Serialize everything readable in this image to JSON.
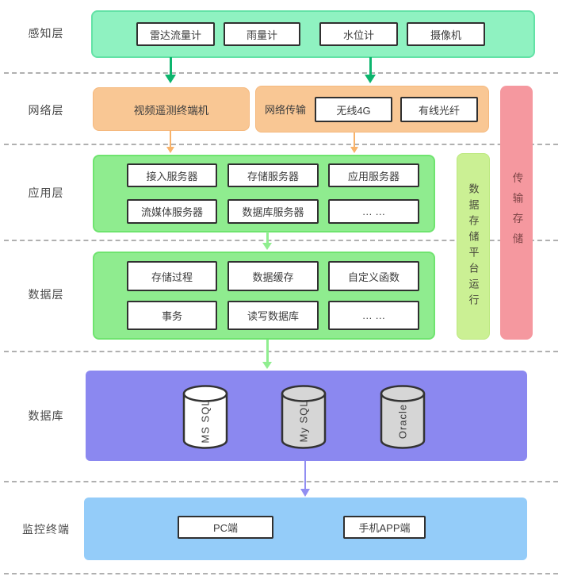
{
  "layer_labels": {
    "perception": "感知层",
    "network": "网络层",
    "application": "应用层",
    "data": "数据层",
    "database": "数据库",
    "terminal": "监控终端"
  },
  "perception": {
    "items": [
      "雷达流量计",
      "雨量计",
      "水位计",
      "摄像机"
    ]
  },
  "network": {
    "video_terminal": "视频遥测终端机",
    "transmission_label": "网络传输",
    "items": [
      "无线4G",
      "有线光纤"
    ]
  },
  "application": {
    "row1": [
      "接入服务器",
      "存储服务器",
      "应用服务器"
    ],
    "row2": [
      "流媒体服务器",
      "数据库服务器",
      "… …"
    ]
  },
  "data_layer": {
    "row1": [
      "存储过程",
      "数据缓存",
      "自定义函数"
    ],
    "row2": [
      "事务",
      "读写数据库",
      "… …"
    ]
  },
  "side_bars": {
    "data_storage_platform": "数据存储平台运行",
    "transmission_storage": "传输存储"
  },
  "database": {
    "cylinders": [
      "MS SQL",
      "My SQL",
      "Oracle"
    ]
  },
  "terminal": {
    "items": [
      "PC端",
      "手机APP端"
    ]
  },
  "colors": {
    "mint": "#8ff2c1",
    "mint-border": "#63e2a6",
    "green": "#8fec8f",
    "green-border": "#6fe46f",
    "orange": "#f9c794",
    "orange-border": "#f5b97e",
    "lime": "#cbf094",
    "lime-border": "#bce87e",
    "red": "#f5989f",
    "purple": "#8b88f0",
    "blue": "#94ccf9",
    "box-border": "#303030",
    "dash": "#b0b0b0",
    "arrow-green": "#0db56e",
    "arrow-orange": "#f8b269",
    "arrow-lightgreen": "#90ee90",
    "arrow-purple": "#918ef2",
    "cylinder-white": "#ffffff",
    "cylinder-gray": "#d6d6d6"
  }
}
